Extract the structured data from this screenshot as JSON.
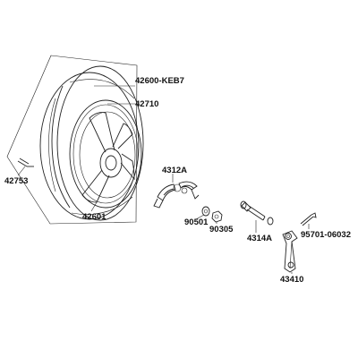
{
  "diagram": {
    "colors": {
      "line": "#222222",
      "label": "#111111",
      "background": "#ffffff"
    },
    "parts": [
      {
        "id": "p42600",
        "label": "42600-KEB7",
        "name": "rear-wheel-assembly"
      },
      {
        "id": "p42710",
        "label": "42710",
        "name": "rear-tire"
      },
      {
        "id": "p42753",
        "label": "42753",
        "name": "tire-valve"
      },
      {
        "id": "p42601",
        "label": "42601",
        "name": "rear-wheel-rim"
      },
      {
        "id": "p4312A",
        "label": "4312A",
        "name": "brake-shoe-set"
      },
      {
        "id": "p90501",
        "label": "90501",
        "name": "washer"
      },
      {
        "id": "p90305",
        "label": "90305",
        "name": "nut"
      },
      {
        "id": "p4314A",
        "label": "4314A",
        "name": "brake-cam"
      },
      {
        "id": "p95701",
        "label": "95701-06032",
        "name": "bolt"
      },
      {
        "id": "p43410",
        "label": "43410",
        "name": "brake-arm"
      }
    ]
  }
}
